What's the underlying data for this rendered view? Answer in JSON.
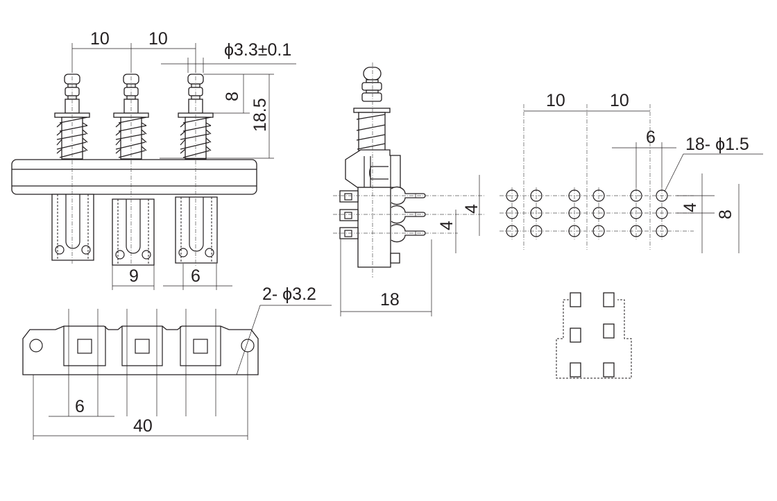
{
  "front_view": {
    "pitch_1": "10",
    "pitch_2": "10",
    "shaft_diameter": "ϕ3.3±0.1",
    "stroke": "8",
    "height": "18.5",
    "leg_width": "9",
    "leg_slot": "6"
  },
  "bottom_view": {
    "mount_holes": "2- ϕ3.2",
    "spacing": "6",
    "length": "40"
  },
  "side_view": {
    "pin_pitch_1": "4",
    "pin_pitch_2": "4",
    "depth": "18"
  },
  "pcb_layout": {
    "pitch_1": "10",
    "pitch_2": "10",
    "column_gap": "6",
    "holes": "18- ϕ1.5",
    "row_pitch": "4",
    "row_span": "8"
  }
}
